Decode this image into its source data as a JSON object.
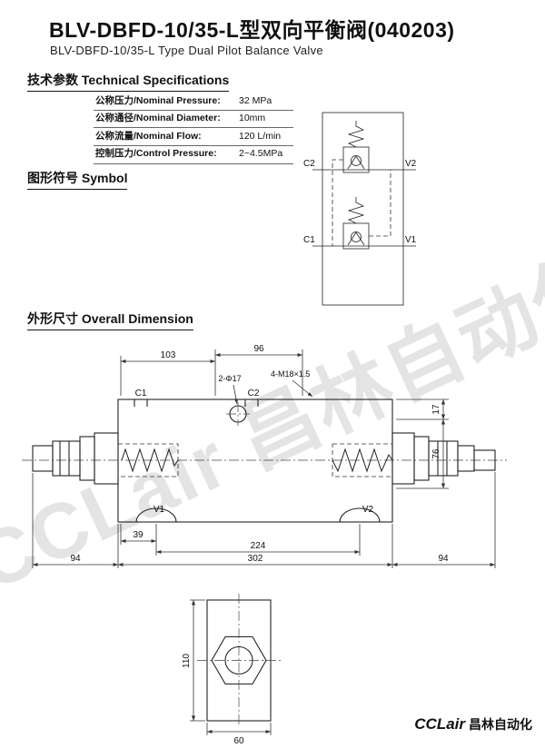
{
  "page": {
    "title": "BLV-DBFD-10/35-L型双向平衡阀(040203)",
    "subtitle": "BLV-DBFD-10/35-L Type Dual Pilot Balance Valve",
    "watermark": "CCLair 昌林自动化",
    "footer": {
      "en": "CCLair",
      "cn": "昌林自动化"
    }
  },
  "sections": {
    "specs": "技术参数 Technical Specifications",
    "symbol": "图形符号 Symbol",
    "dimension": "外形尺寸 Overall Dimension"
  },
  "specs": {
    "rows": [
      {
        "label": "公称压力/Nominal Pressure:",
        "value": "32 MPa"
      },
      {
        "label": "公称通径/Nominal Diameter:",
        "value": "10mm"
      },
      {
        "label": "公称流量/Nominal Flow:",
        "value": "120 L/min"
      },
      {
        "label": "控制压力/Control Pressure:",
        "value": "2~4.5MPa"
      }
    ]
  },
  "symbol": {
    "ports": {
      "c2": "C2",
      "v2": "V2",
      "c1": "C1",
      "v1": "V1"
    }
  },
  "drawing": {
    "labels": {
      "c1": "C1",
      "c2": "C2",
      "v1": "V1",
      "v2": "V2"
    },
    "dims": {
      "top_left": "103",
      "top_right": "96",
      "holes": "2-Φ17",
      "thread": "4-M18×1.5",
      "side_top": "17",
      "side_mid": "76",
      "bottom_39": "39",
      "bottom_224": "224",
      "bottom_94_left": "94",
      "bottom_302": "302",
      "bottom_94_right": "94"
    }
  },
  "end_view": {
    "dims": {
      "height": "110",
      "width": "60"
    }
  }
}
